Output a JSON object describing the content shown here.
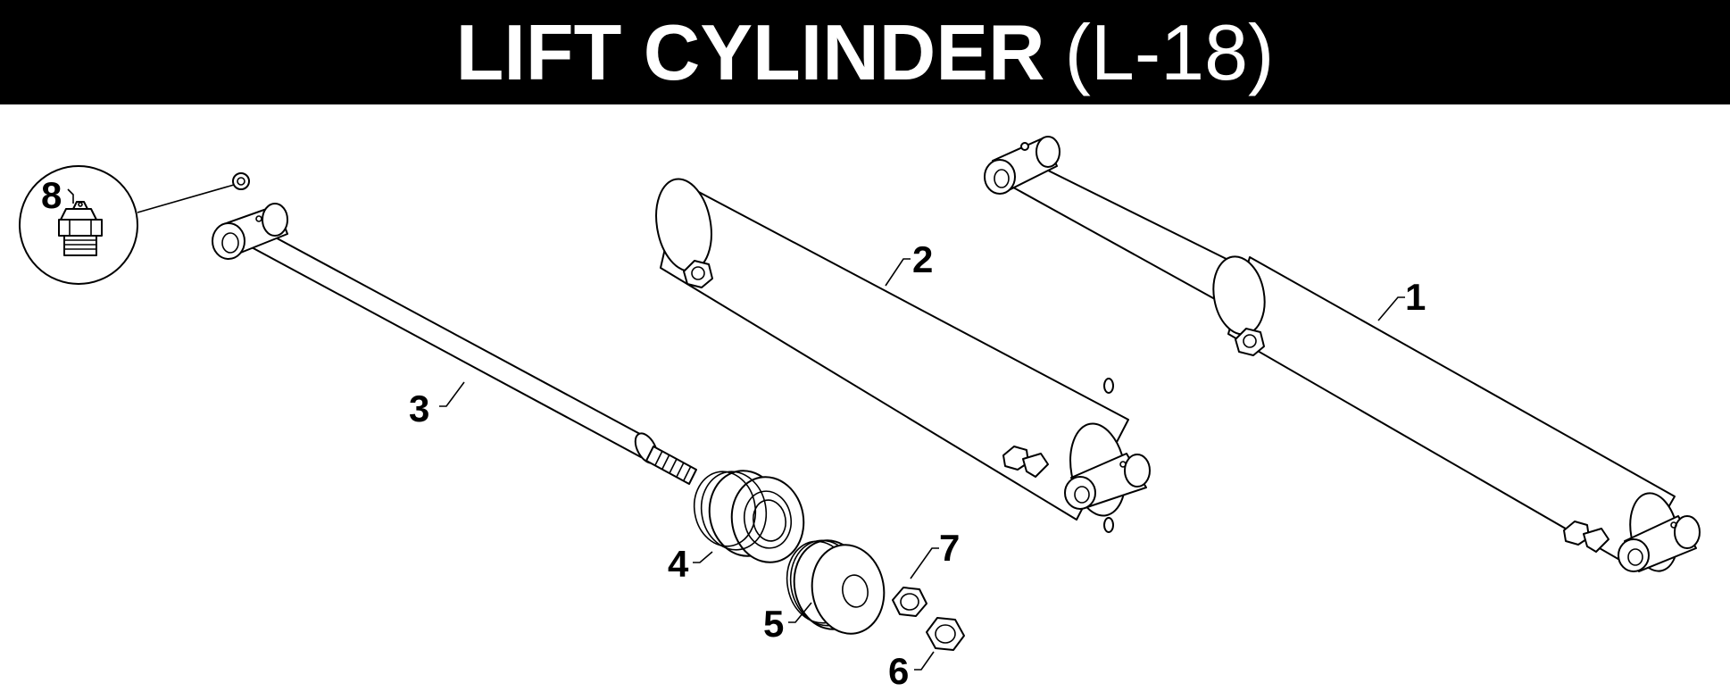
{
  "title": {
    "main": "LIFT CYLINDER",
    "model": "(L-18)"
  },
  "callouts": {
    "barrel_assembly": "1",
    "barrel": "2",
    "rod": "3",
    "gland": "4",
    "piston": "5",
    "nut_large": "6",
    "nut_small": "7",
    "grease_fitting": "8"
  },
  "colors": {
    "banner": "#000000",
    "banner_text": "#ffffff",
    "line": "#000000",
    "background": "#ffffff"
  }
}
